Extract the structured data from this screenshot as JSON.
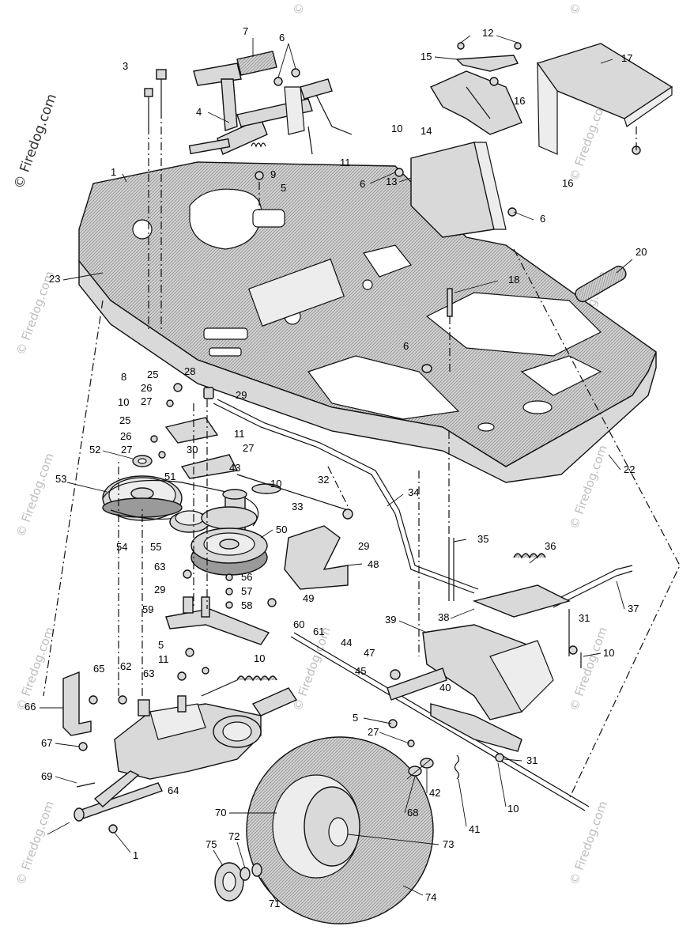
{
  "watermark": {
    "main": "© Firedog.com",
    "repeat": "© Firedog.com"
  },
  "callouts": {
    "n1": "1",
    "n3": "3",
    "n4": "4",
    "n5": "5",
    "n6": "6",
    "n7": "7",
    "n8": "8",
    "n9": "9",
    "n10": "10",
    "n11": "11",
    "n12": "12",
    "n13": "13",
    "n14": "14",
    "n15": "15",
    "n16": "16",
    "n17": "17",
    "n18": "18",
    "n20": "20",
    "n22": "22",
    "n23": "23",
    "n25": "25",
    "n26": "26",
    "n27": "27",
    "n28": "28",
    "n29": "29",
    "n30": "30",
    "n31": "31",
    "n32": "32",
    "n33": "33",
    "n34": "34",
    "n35": "35",
    "n36": "36",
    "n37": "37",
    "n38": "38",
    "n39": "39",
    "n40": "40",
    "n41": "41",
    "n42": "42",
    "n43": "43",
    "n44": "44",
    "n45": "45",
    "n47": "47",
    "n48": "48",
    "n49": "49",
    "n50": "50",
    "n51": "51",
    "n52": "52",
    "n53": "53",
    "n54": "54",
    "n55": "55",
    "n56": "56",
    "n57": "57",
    "n58": "58",
    "n59": "59",
    "n60": "60",
    "n61": "61",
    "n62": "62",
    "n63": "63",
    "n64": "64",
    "n65": "65",
    "n66": "66",
    "n67": "67",
    "n68": "68",
    "n69": "69",
    "n70": "70",
    "n71": "71",
    "n72": "72",
    "n73": "73",
    "n74": "74",
    "n75": "75"
  }
}
